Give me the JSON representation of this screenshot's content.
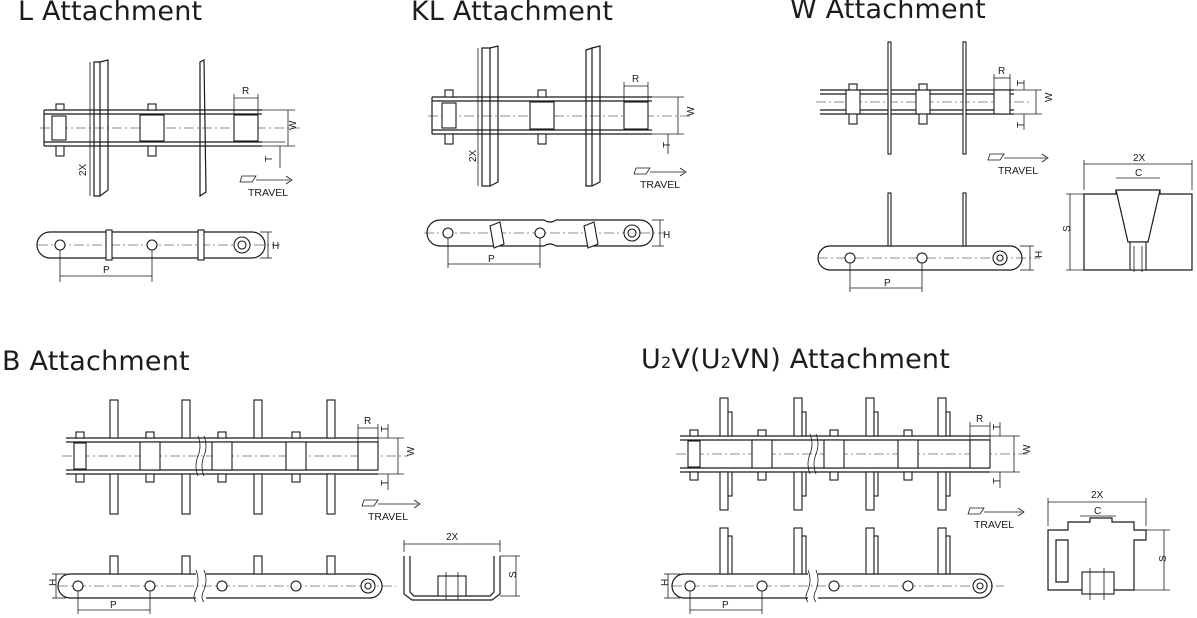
{
  "sections": [
    {
      "id": "l",
      "title": "L Attachment"
    },
    {
      "id": "kl",
      "title": "KL Attachment"
    },
    {
      "id": "w",
      "title": "W Attachment"
    },
    {
      "id": "b",
      "title": "B Attachment"
    },
    {
      "id": "u2v",
      "title_parts": [
        "U",
        "2",
        "V(U",
        "2",
        "VN) Attachment"
      ]
    }
  ],
  "dimension_labels": {
    "r": "R",
    "w": "W",
    "t": "T",
    "h": "H",
    "p": "P",
    "two_x": "2X",
    "c": "C",
    "s": "S"
  },
  "travel_label": "TRAVEL"
}
